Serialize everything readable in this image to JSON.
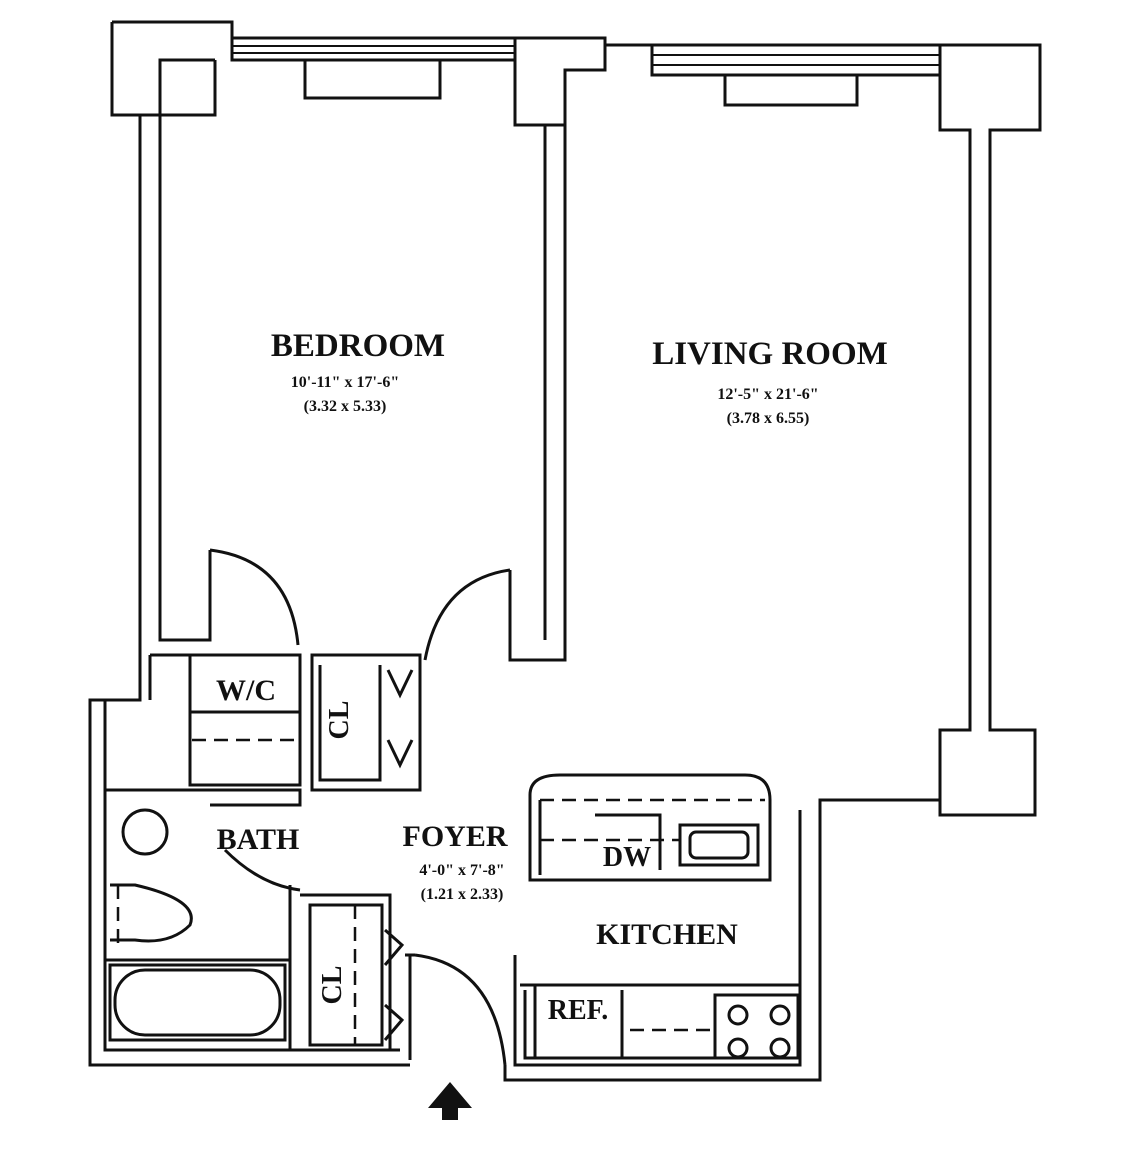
{
  "rooms": {
    "bedroom": {
      "name": "BEDROOM",
      "imperial": "10'-11\" x 17'-6\"",
      "metric": "(3.32 x 5.33)"
    },
    "living_room": {
      "name": "LIVING ROOM",
      "imperial": "12'-5\" x 21'-6\"",
      "metric": "(3.78 x 6.55)"
    },
    "foyer": {
      "name": "FOYER",
      "imperial": "4'-0\" x 7'-8\"",
      "metric": "(1.21 x 2.33)"
    },
    "kitchen": {
      "name": "KITCHEN"
    },
    "bath": {
      "name": "BATH"
    }
  },
  "fixtures": {
    "wc": "W/C",
    "closet_upper": "CL",
    "closet_lower": "CL",
    "dishwasher": "DW",
    "refrigerator": "REF."
  },
  "entrance_icon": "up-arrow-icon"
}
